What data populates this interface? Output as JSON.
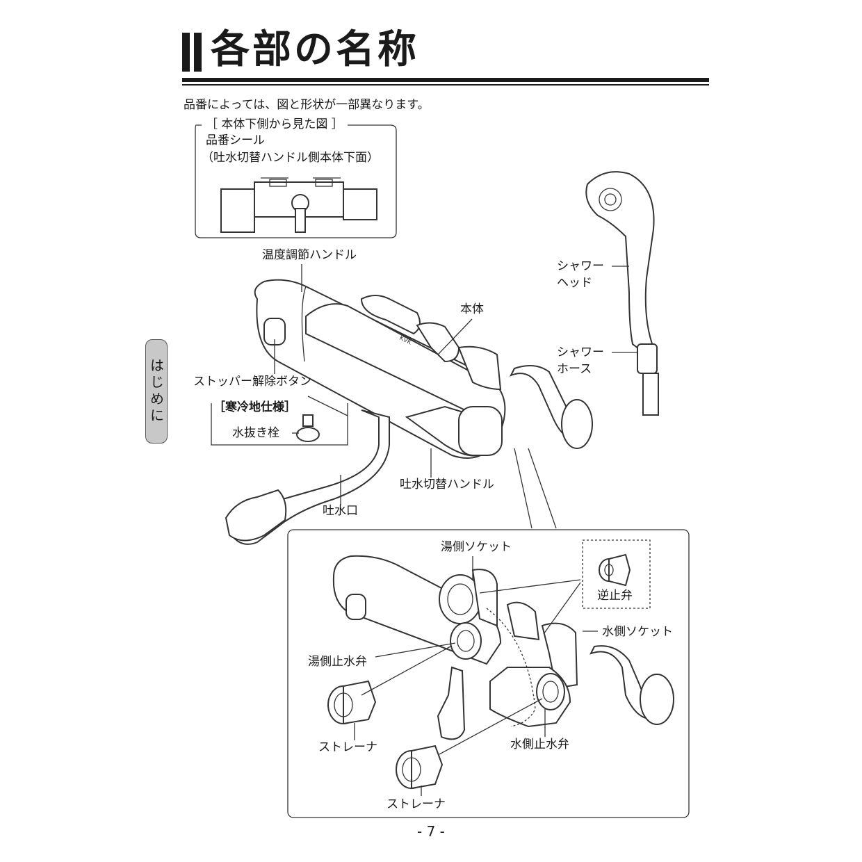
{
  "header": {
    "title": "各部の名称"
  },
  "note": "品番によっては、図と形状が一部異なります。",
  "side_tab": "はじめに",
  "bottom_view": {
    "heading": "［ 本体下側から見た図 ］",
    "label_line1": "品番シール",
    "label_line2": "（吐水切替ハンドル側本体下面）"
  },
  "main": {
    "temp_handle": "温度調節ハンドル",
    "body": "本体",
    "body_logo": "KVK",
    "stopper_button": "ストッパー解除ボタン",
    "cold_spec_title": "［寒冷地仕様］",
    "drain_plug": "水抜き栓",
    "spout": "吐水口",
    "switch_handle": "吐水切替ハンドル",
    "shower_head_1": "シャワー",
    "shower_head_2": "ヘッド",
    "shower_hose_1": "シャワー",
    "shower_hose_2": "ホース"
  },
  "detail": {
    "hot_socket": "湯側ソケット",
    "check_valve": "逆止弁",
    "cold_socket": "水側ソケット",
    "hot_stop_valve": "湯側止水弁",
    "cold_stop_valve": "水側止水弁",
    "strainer_1": "ストレーナ",
    "strainer_2": "ストレーナ"
  },
  "page_number": "- 7 -"
}
